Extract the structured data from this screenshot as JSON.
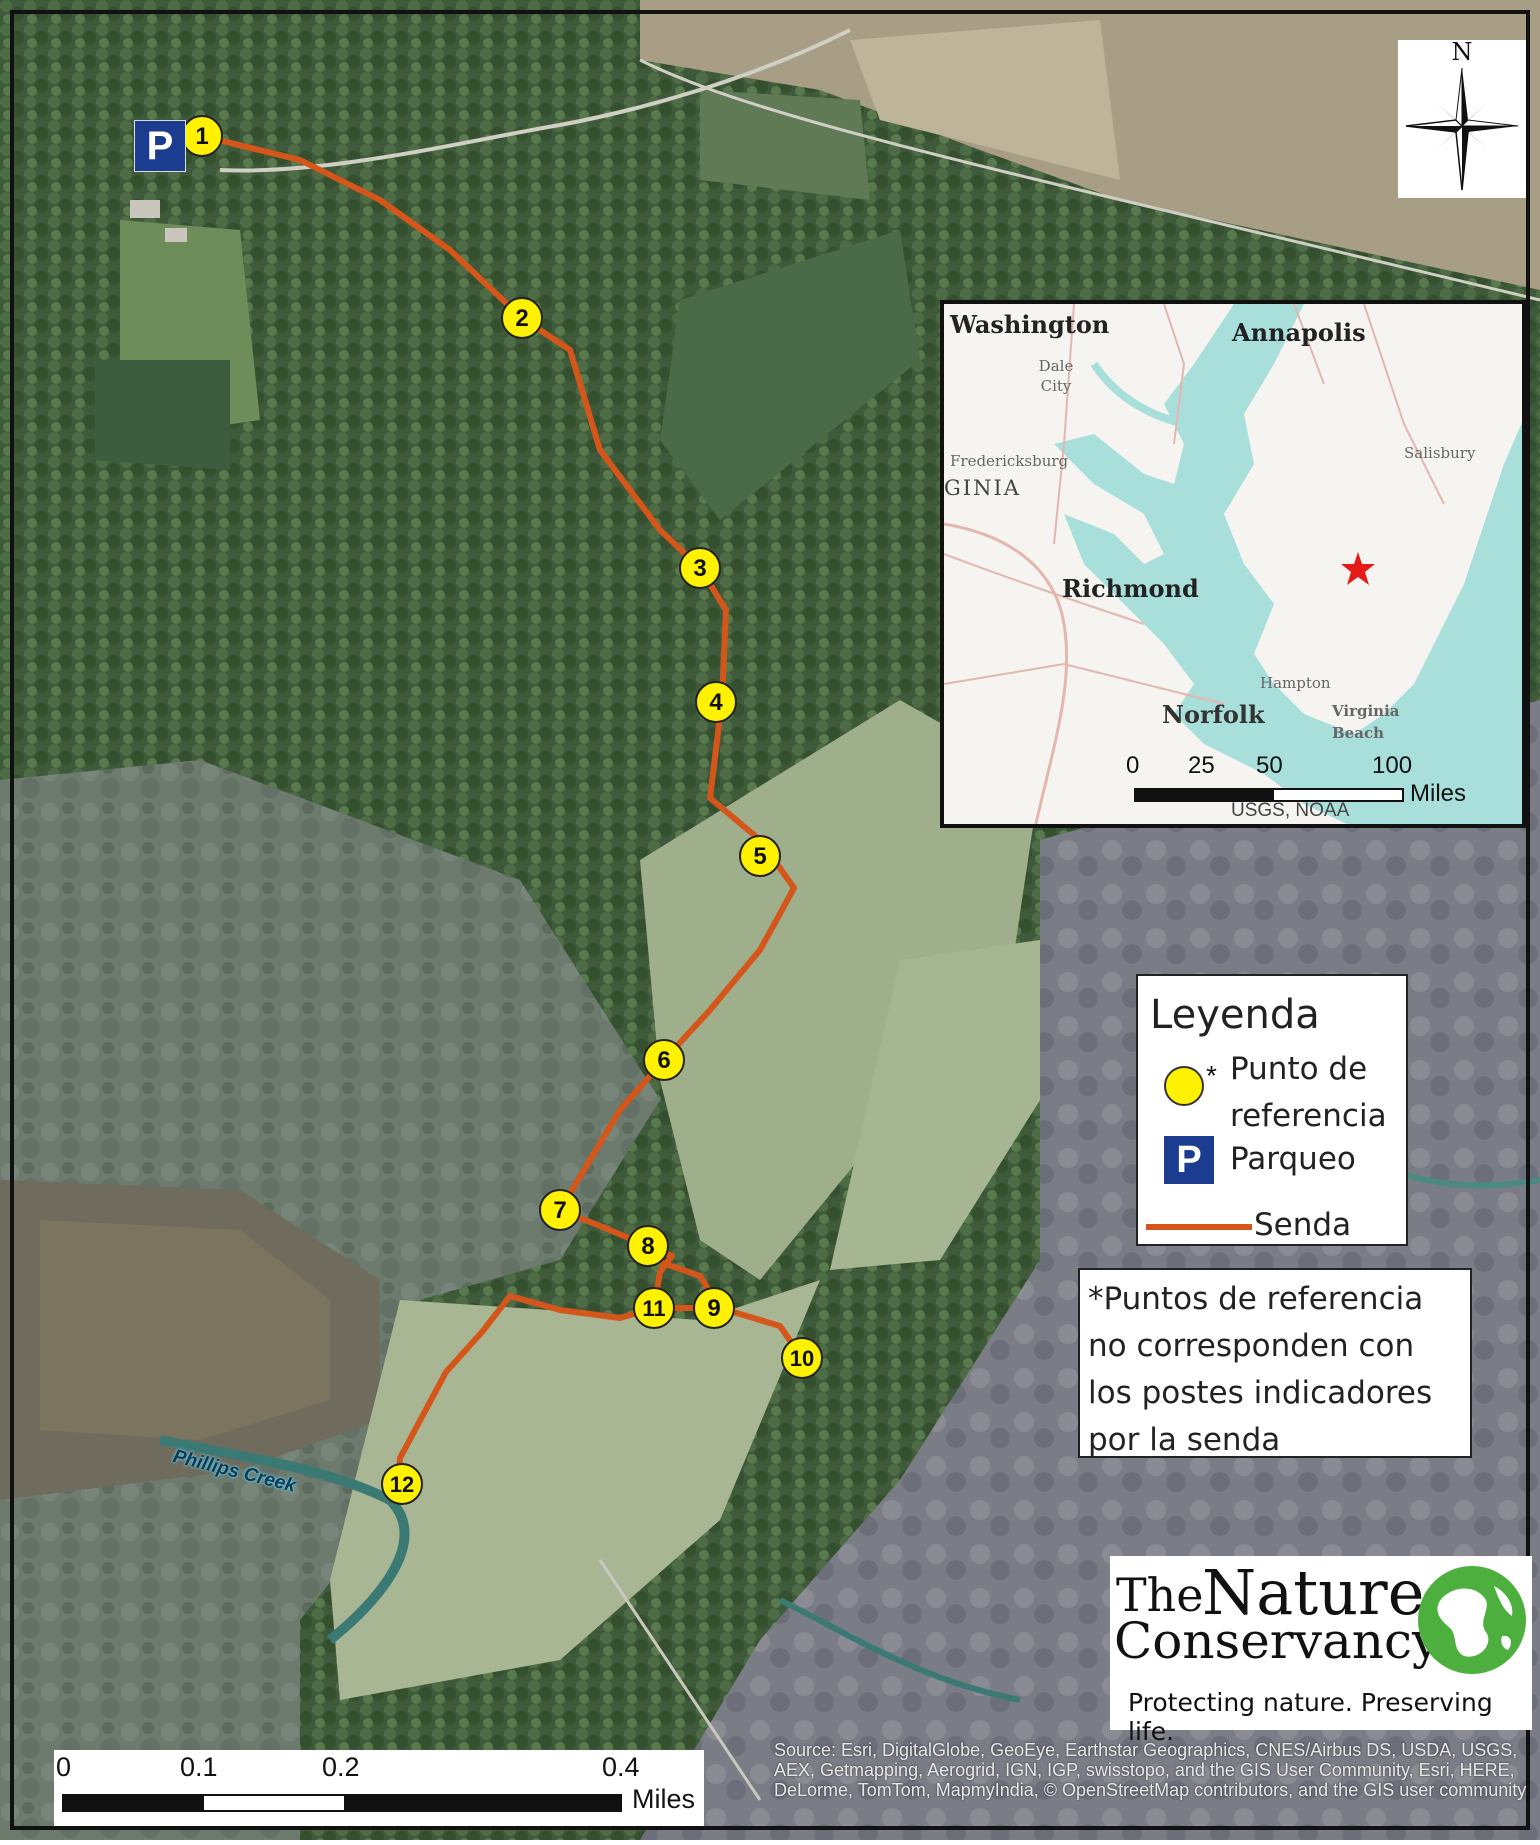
{
  "title": "",
  "trail": {
    "waypoints": [
      {
        "number": "1"
      },
      {
        "number": "2"
      },
      {
        "number": "3"
      },
      {
        "number": "4"
      },
      {
        "number": "5"
      },
      {
        "number": "6"
      },
      {
        "number": "7"
      },
      {
        "number": "8"
      },
      {
        "number": "9"
      },
      {
        "number": "10"
      },
      {
        "number": "11"
      },
      {
        "number": "12"
      }
    ],
    "color": "#d4561a",
    "waypoint_color": "#fff200"
  },
  "parking_icon": "P",
  "creek_label": "Phillips Creek",
  "north_arrow": {
    "letter": "N"
  },
  "inset": {
    "labels": {
      "washington": "Washington",
      "annapolis": "Annapolis",
      "dale_city": "Dale City",
      "fredericksburg": "Fredericksburg",
      "virginia": "GINIA",
      "salisbury": "Salisbury",
      "richmond": "Richmond",
      "hampton": "Hampton",
      "norfolk": "Norfolk",
      "virginia_beach": "Virginia Beach"
    },
    "scale": {
      "ticks": [
        "0",
        "25",
        "50",
        "100"
      ],
      "units": "Miles"
    },
    "credit": "USGS, NOAA",
    "marker_color": "#e41b17"
  },
  "legend": {
    "title": "Leyenda",
    "waypoint_label": "Punto de referencia",
    "waypoint_mark": "*",
    "parking_label": "Parqueo",
    "trail_label": "Senda"
  },
  "note": "*Puntos de referencia no corresponden con los postes indicadores por la senda",
  "logo": {
    "the": "The",
    "nature": "Nature",
    "conservancy": "Conservancy",
    "tagline": "Protecting nature. Preserving life."
  },
  "scale": {
    "ticks": [
      "0",
      "0.1",
      "0.2",
      "0.4"
    ],
    "units": "Miles"
  },
  "source": "Source: Esri, DigitalGlobe, GeoEye, Earthstar Geographics, CNES/Airbus DS, USDA, USGS, AEX, Getmapping, Aerogrid, IGN, IGP, swisstopo, and the GIS User Community, Esri, HERE, DeLorme, TomTom, MapmyIndia, © OpenStreetMap contributors, and the GIS user community"
}
